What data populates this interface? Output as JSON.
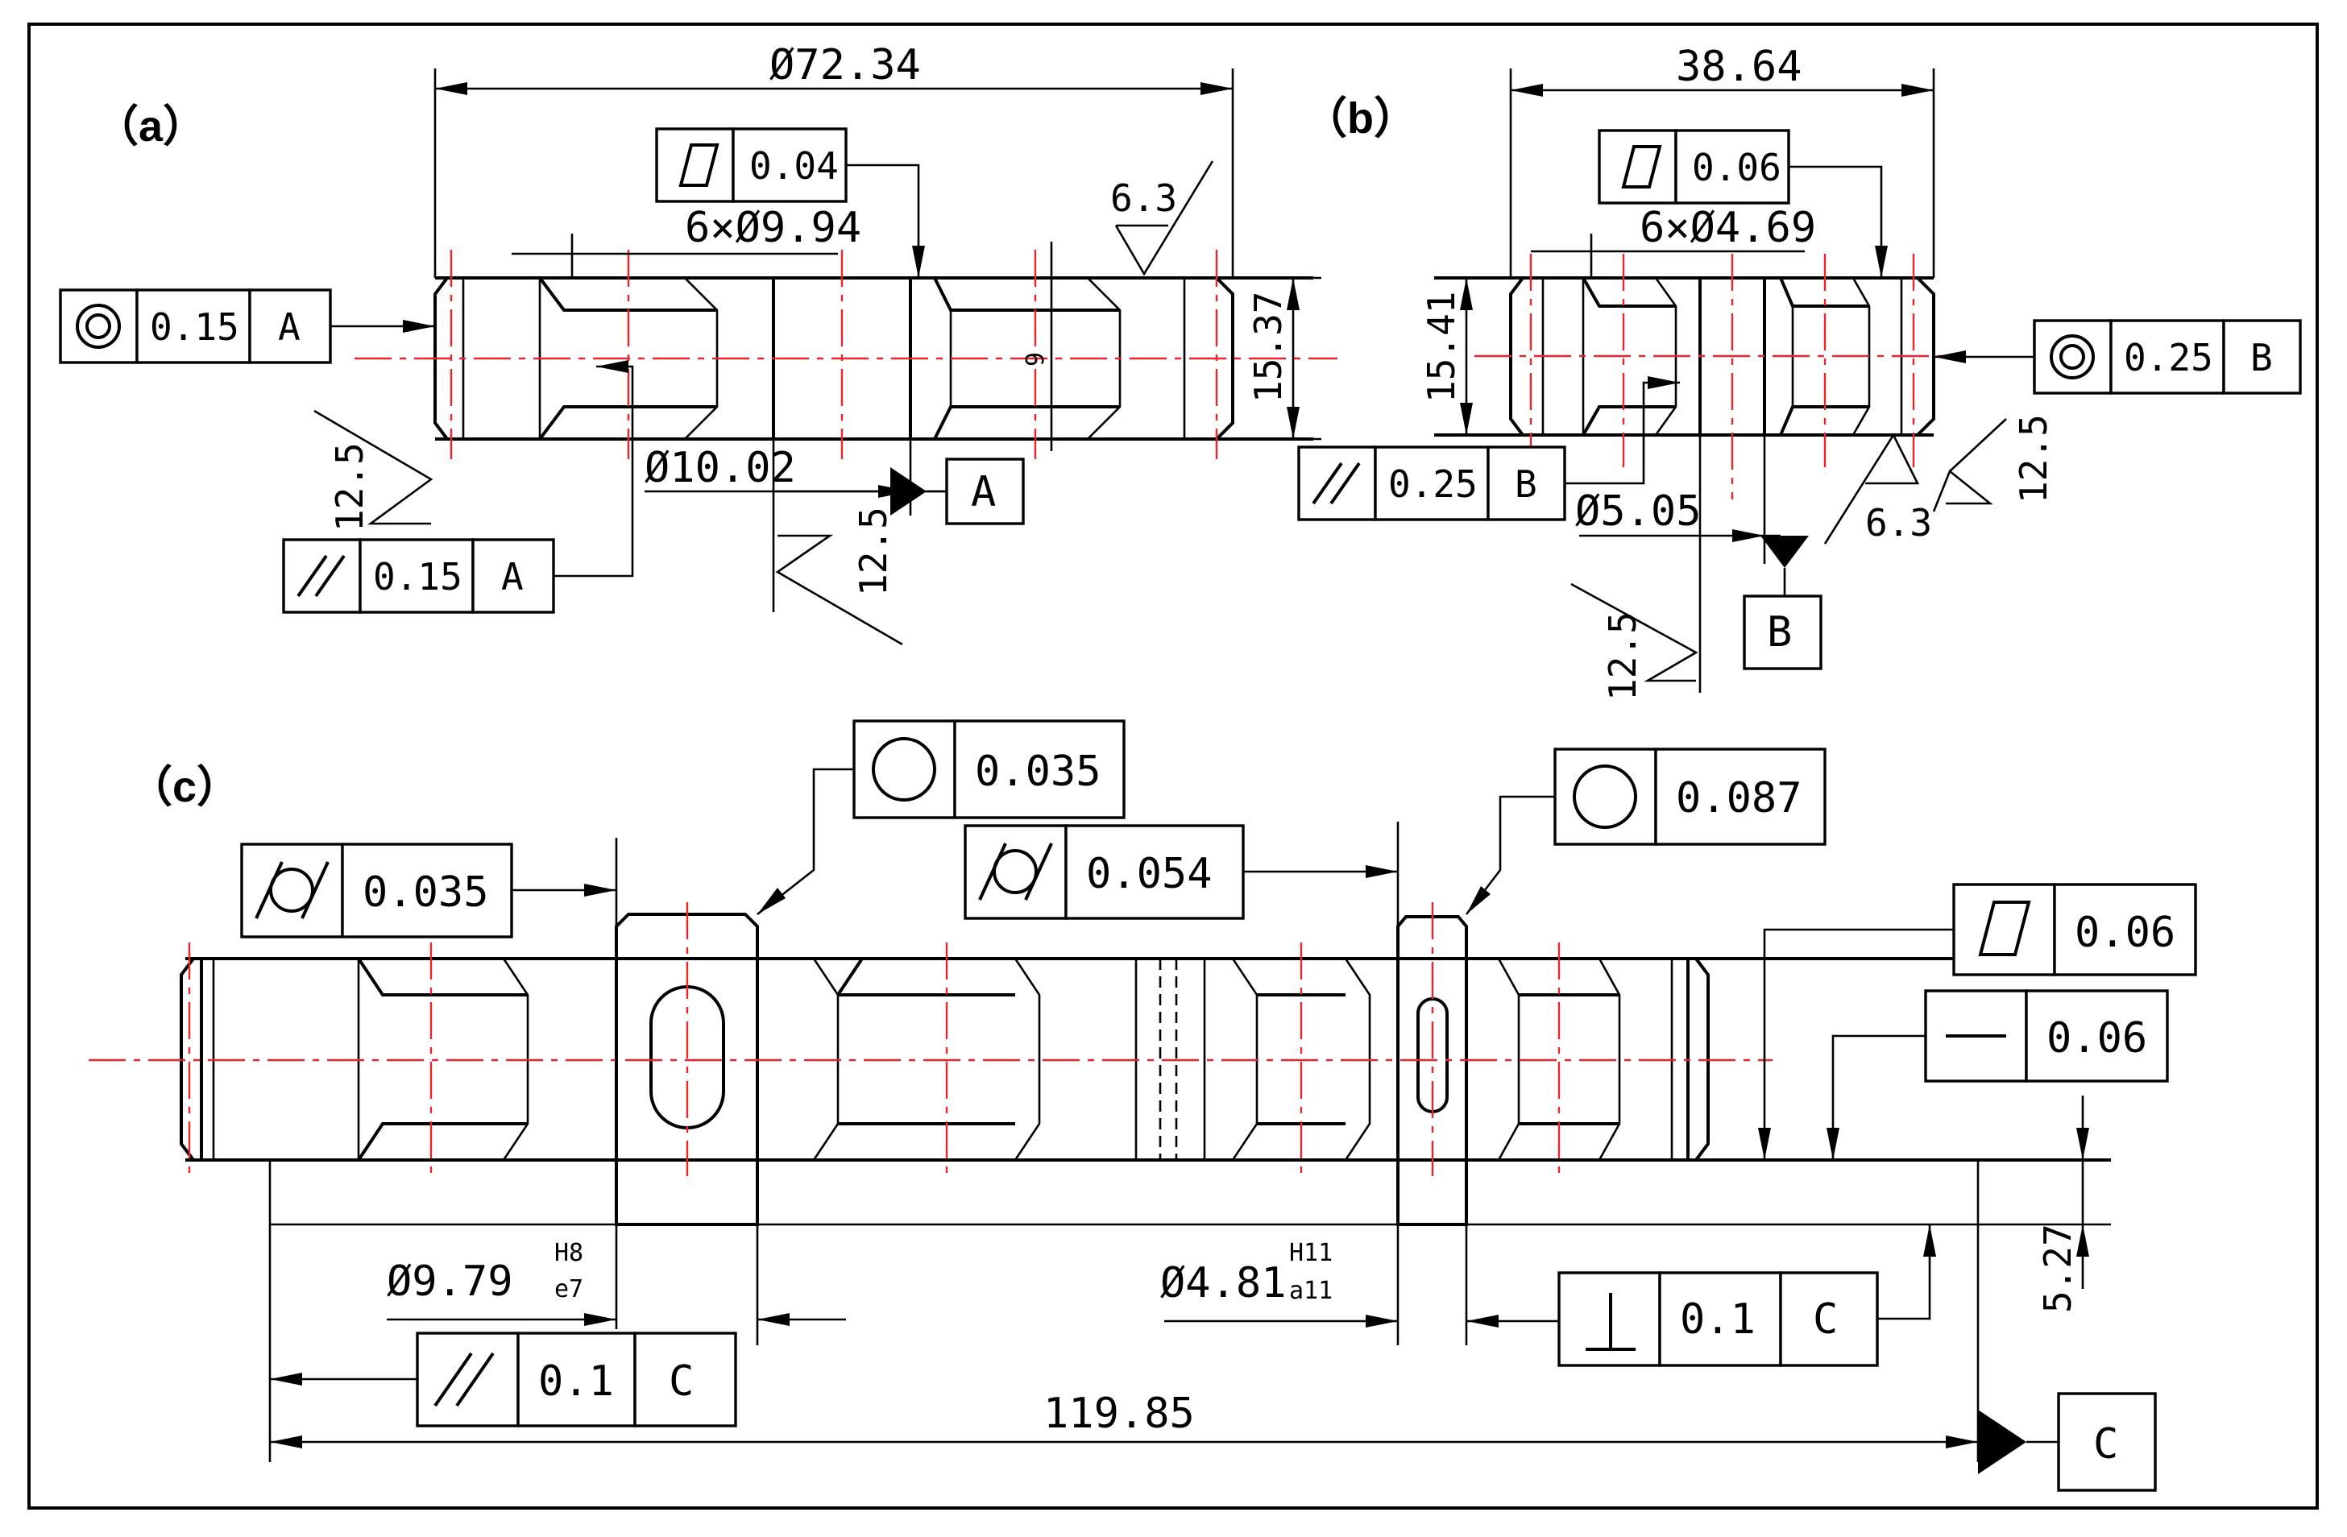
{
  "panels": {
    "a": {
      "label": "（a）",
      "dims": {
        "overall": "Ø72.34",
        "holes": "6×Ø9.94",
        "thickness": "15.37",
        "bore": "Ø10.02",
        "center_mark": "9"
      },
      "roughness": [
        "6.3",
        "12.5",
        "12.5"
      ],
      "fcf": [
        {
          "symbol": "concentricity-icon",
          "value": "0.15",
          "datum": "A"
        },
        {
          "symbol": "flatness-icon",
          "value": "0.04",
          "datum": ""
        },
        {
          "symbol": "parallelism-icon",
          "value": "0.15",
          "datum": "A"
        }
      ],
      "datum": "A"
    },
    "b": {
      "label": "（b）",
      "dims": {
        "overall": "38.64",
        "holes": "6×Ø4.69",
        "thickness": "15.41",
        "bore": "Ø5.05"
      },
      "roughness": [
        "6.3",
        "12.5",
        "12.5"
      ],
      "fcf": [
        {
          "symbol": "flatness-icon",
          "value": "0.06",
          "datum": ""
        },
        {
          "symbol": "concentricity-icon",
          "value": "0.25",
          "datum": "B"
        },
        {
          "symbol": "parallelism-icon",
          "value": "0.25",
          "datum": "B"
        }
      ],
      "datum": "B"
    },
    "c": {
      "label": "（c）",
      "dims": {
        "shaft1": "Ø9.79",
        "shaft1_tol_upper": "H8",
        "shaft1_tol_lower": "e7",
        "shaft2": "Ø4.81",
        "shaft2_tol_upper": "H11",
        "shaft2_tol_lower": "a11",
        "length": "119.85",
        "offset": "5.27"
      },
      "fcf": [
        {
          "symbol": "roundness-icon",
          "value": "0.035",
          "datum": ""
        },
        {
          "symbol": "cylindricity-icon",
          "value": "0.035",
          "datum": ""
        },
        {
          "symbol": "roundness-icon",
          "value": "0.087",
          "datum": ""
        },
        {
          "symbol": "cylindricity-icon",
          "value": "0.054",
          "datum": ""
        },
        {
          "symbol": "flatness-icon",
          "value": "0.06",
          "datum": ""
        },
        {
          "symbol": "straightness-icon",
          "value": "0.06",
          "datum": ""
        },
        {
          "symbol": "perpendicularity-icon",
          "value": "0.1",
          "datum": "C"
        },
        {
          "symbol": "parallelism-icon",
          "value": "0.1",
          "datum": "C"
        }
      ],
      "datum": "C"
    }
  },
  "colors": {
    "line": "#000000",
    "centerline": "#e8262d",
    "background": "#ffffff"
  }
}
